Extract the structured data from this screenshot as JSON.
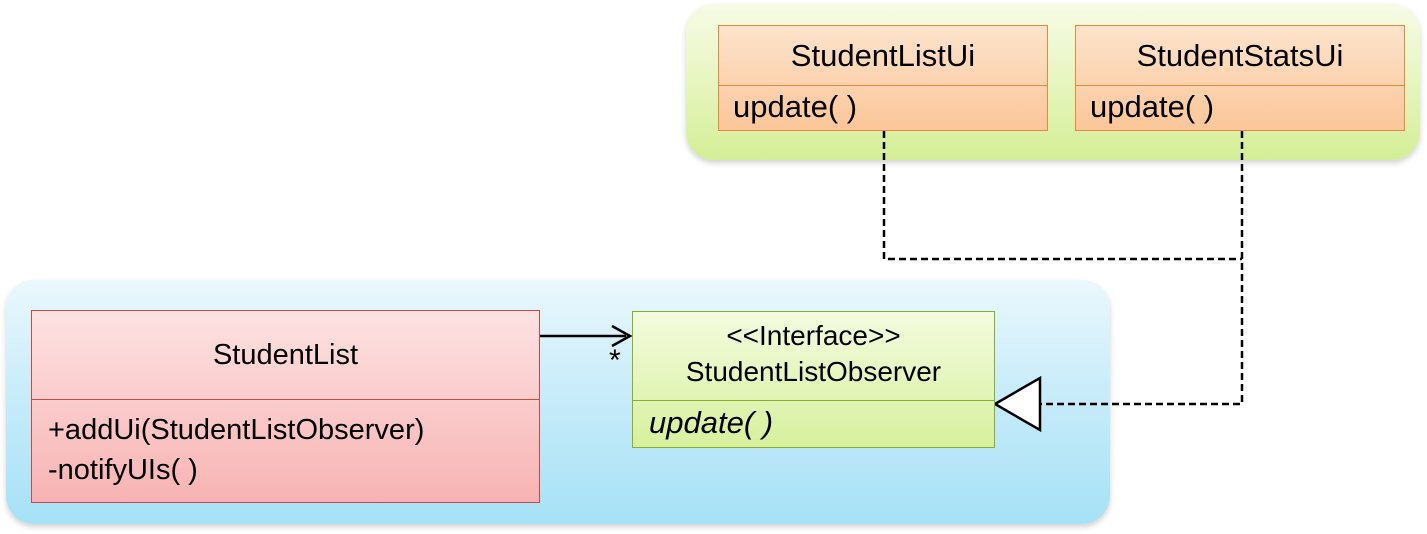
{
  "ui_package": {
    "student_list_ui": {
      "name": "StudentListUi",
      "operation": "update( )"
    },
    "student_stats_ui": {
      "name": "StudentStatsUi",
      "operation": "update( )"
    }
  },
  "logic_package": {
    "student_list": {
      "name": "StudentList",
      "operations": [
        "+addUi(StudentListObserver)",
        "-notifyUIs( )"
      ]
    },
    "observer_interface": {
      "stereotype": "<<Interface>>",
      "name": "StudentListObserver",
      "operation": "update( )"
    }
  },
  "association": {
    "multiplicity": "*"
  },
  "colors": {
    "ui_package_fill": "#e2f3b8",
    "logic_package_fill": "#bfe8f8",
    "ui_class_fill": "#fbd2ae",
    "ui_class_border": "#e58a3c",
    "logic_class_fill": "#f9c6c6",
    "logic_class_border": "#c44a4a",
    "interface_fill": "#e4f5bb",
    "interface_border": "#86b02a"
  }
}
